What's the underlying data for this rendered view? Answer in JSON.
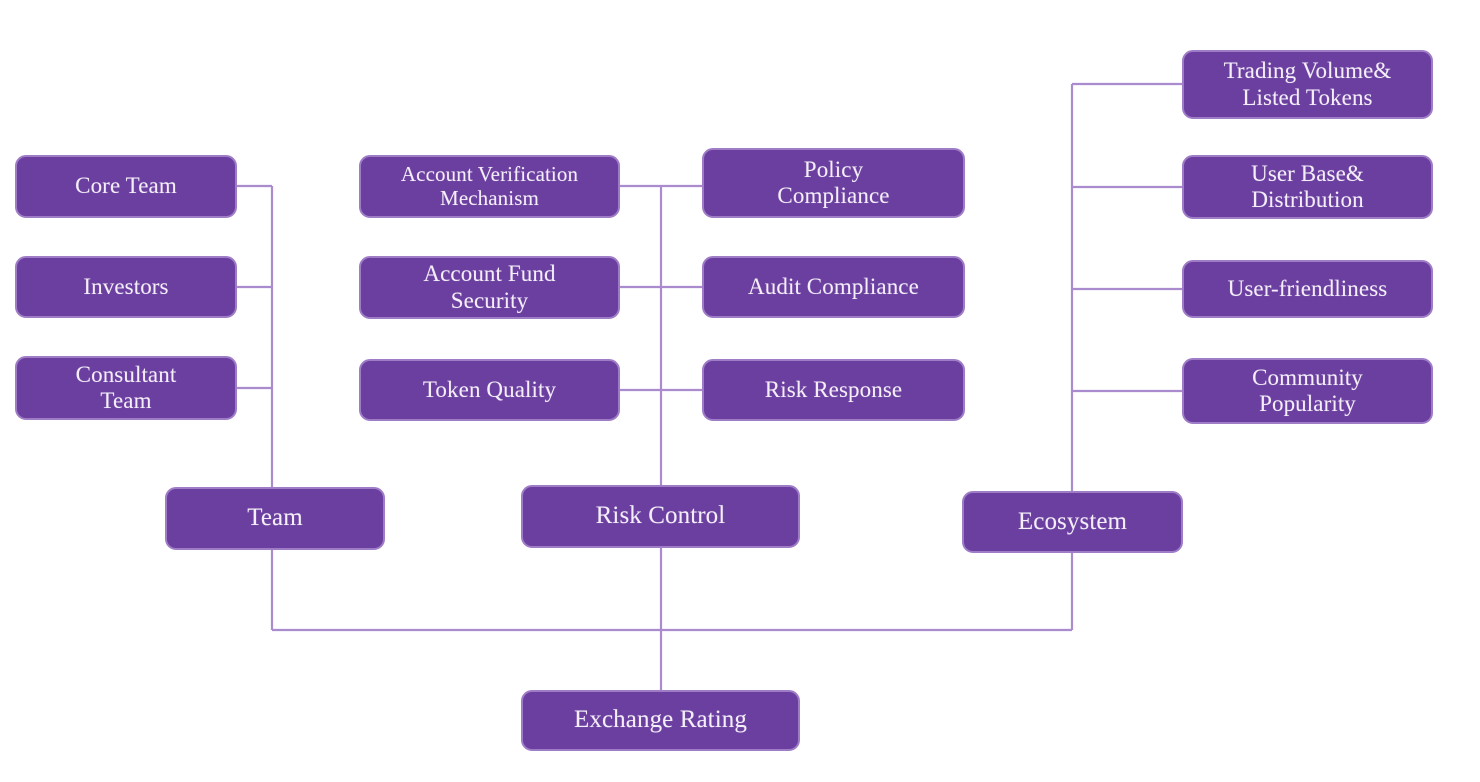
{
  "diagram": {
    "title": "Exchange Rating",
    "type": "hierarchy-tree",
    "orientation": "bottom-up",
    "colors": {
      "node_fill": "#6B3FA0",
      "node_border": "#9E7CC6",
      "node_text": "#F4EEF9",
      "connector": "#A98BCE",
      "background": "#FFFFFF"
    },
    "root": {
      "label": "Exchange Rating"
    },
    "branches": [
      {
        "label": "Team",
        "children": [
          {
            "label": "Core Team"
          },
          {
            "label": "Investors"
          },
          {
            "label": "Consultant\nTeam"
          }
        ]
      },
      {
        "label": "Risk Control",
        "children": [
          {
            "label": "Account Verification\nMechanism"
          },
          {
            "label": "Account Fund\nSecurity"
          },
          {
            "label": "Token Quality"
          },
          {
            "label": "Policy\nCompliance"
          },
          {
            "label": "Audit Compliance"
          },
          {
            "label": "Risk Response"
          }
        ]
      },
      {
        "label": "Ecosystem",
        "children": [
          {
            "label": "Trading Volume&\nListed Tokens"
          },
          {
            "label": "User Base&\nDistribution"
          },
          {
            "label": "User-friendliness"
          },
          {
            "label": "Community\nPopularity"
          }
        ]
      }
    ]
  },
  "nodes": {
    "core_team": "Core Team",
    "investors": "Investors",
    "consultant_team": "Consultant\nTeam",
    "account_verification": "Account Verification\nMechanism",
    "account_fund_security": "Account Fund\nSecurity",
    "token_quality": "Token Quality",
    "policy_compliance": "Policy\nCompliance",
    "audit_compliance": "Audit Compliance",
    "risk_response": "Risk Response",
    "trading_volume": "Trading Volume&\nListed Tokens",
    "user_base": "User Base&\nDistribution",
    "user_friendliness": "User-friendliness",
    "community_popularity": "Community\nPopularity",
    "team": "Team",
    "risk_control": "Risk Control",
    "ecosystem": "Ecosystem",
    "exchange_rating": "Exchange Rating"
  }
}
